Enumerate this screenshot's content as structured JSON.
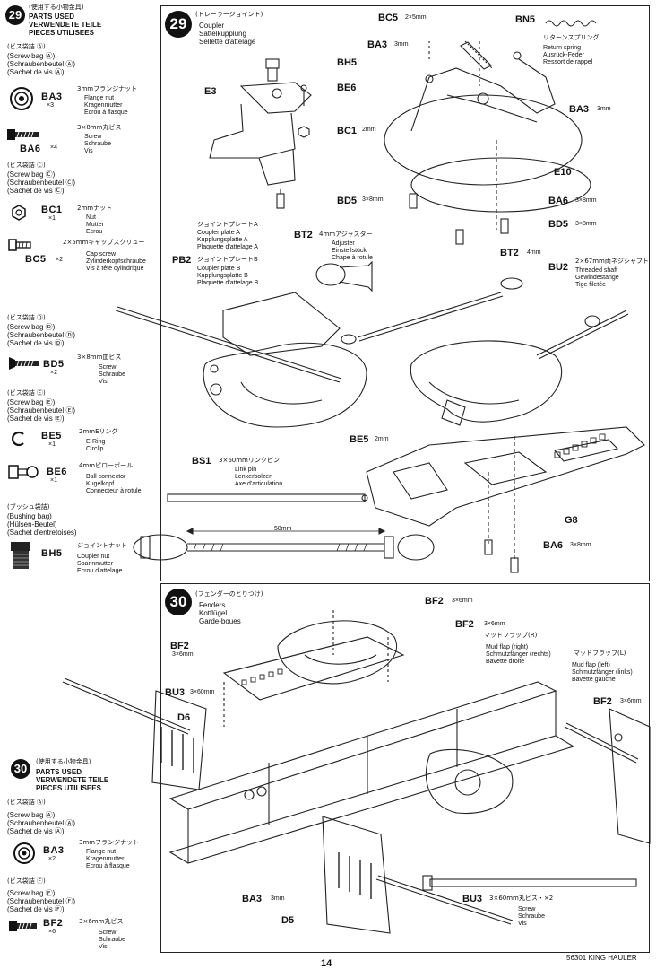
{
  "page_number": "14",
  "footer_title": "56301 KING HAULER",
  "step29": {
    "number": "29",
    "title_ja": "(トレーラージョイント)",
    "titles": [
      "Coupler",
      "Sattelkupplung",
      "Sellette d'attelage"
    ]
  },
  "step30": {
    "number": "30",
    "title_ja": "(フェンダーのとりつけ)",
    "titles": [
      "Fenders",
      "Kotflügel",
      "Garde-boues"
    ]
  },
  "parts29": {
    "number": "29",
    "header_ja": "(使用する小物金具)",
    "header": [
      "PARTS USED",
      "VERWENDETE TEILE",
      "PIECES UTILISEES"
    ],
    "groups": [
      {
        "bag_ja": "(ビス袋詰 Ⓐ)",
        "bag": [
          "(Screw bag Ⓐ)",
          "(Schraubenbeutel Ⓐ)",
          "(Sachet de vis Ⓐ)"
        ],
        "items": [
          {
            "code": "BA3",
            "qty": "×3",
            "ja": "3mmフランジナット",
            "names": [
              "Flange nut",
              "Kragenmutter",
              "Ecrou à flasque"
            ],
            "icon": "flange-nut-icon"
          },
          {
            "code": "BA6",
            "qty": "×4",
            "ja": "3×8mm丸ビス",
            "names": [
              "Screw",
              "Schraube",
              "Vis"
            ],
            "icon": "screw-icon"
          }
        ]
      },
      {
        "bag_ja": "(ビス袋詰 Ⓒ)",
        "bag": [
          "(Screw bag Ⓒ)",
          "(Schraubenbeutel Ⓒ)",
          "(Sachet de vis Ⓒ)"
        ],
        "items": [
          {
            "code": "BC1",
            "qty": "×1",
            "ja": "2mmナット",
            "names": [
              "Nut",
              "Mutter",
              "Ecrou"
            ],
            "icon": "nut-icon"
          },
          {
            "code": "BC5",
            "qty": "×2",
            "ja": "2×5mmキャップスクリュー",
            "names": [
              "Cap screw",
              "Zylinderkopfschraube",
              "Vis à tête cylindrique"
            ],
            "icon": "cap-screw-icon"
          }
        ]
      },
      {
        "bag_ja": "(ビス袋詰 Ⓓ)",
        "bag": [
          "(Screw bag Ⓓ)",
          "(Schraubenbeutel Ⓓ)",
          "(Sachet de vis Ⓓ)"
        ],
        "items": [
          {
            "code": "BD5",
            "qty": "×2",
            "ja": "3×8mm皿ビス",
            "names": [
              "Screw",
              "Schraube",
              "Vis"
            ],
            "icon": "countersunk-screw-icon"
          }
        ]
      },
      {
        "bag_ja": "(ビス袋詰 Ⓔ)",
        "bag": [
          "(Screw bag Ⓔ)",
          "(Schraubenbeutel Ⓔ)",
          "(Sachet de vis Ⓔ)"
        ],
        "items": [
          {
            "code": "BE5",
            "qty": "×1",
            "ja": "2mmEリング",
            "names": [
              "E-Ring",
              "Circlip"
            ],
            "icon": "e-ring-icon"
          },
          {
            "code": "BE6",
            "qty": "×1",
            "ja": "4mmピローボール",
            "names": [
              "Ball connector",
              "Kugelkopf",
              "Connecteur à rotule"
            ],
            "icon": "ball-connector-icon"
          }
        ]
      },
      {
        "bag_ja": "(ブッシュ袋詰)",
        "bag": [
          "(Bushing bag)",
          "(Hülsen-Beutel)",
          "(Sachet d'entretoises)"
        ],
        "items": [
          {
            "code": "BH5",
            "qty": "",
            "ja": "ジョイントナット",
            "names": [
              "Coupler nut",
              "Spannmutter",
              "Ecrou d'attelage"
            ],
            "icon": "coupler-nut-icon"
          }
        ]
      }
    ]
  },
  "parts30": {
    "number": "30",
    "header_ja": "(使用する小物金具)",
    "header": [
      "PARTS USED",
      "VERWENDETE TEILE",
      "PIECES UTILISEES"
    ],
    "groups": [
      {
        "bag_ja": "(ビス袋詰 Ⓐ)",
        "bag": [
          "(Screw bag Ⓐ)",
          "(Schraubenbeutel Ⓐ)",
          "(Sachet de vis Ⓐ)"
        ],
        "items": [
          {
            "code": "BA3",
            "qty": "×2",
            "ja": "3mmフランジナット",
            "names": [
              "Flange nut",
              "Kragenmutter",
              "Ecrou à flasque"
            ],
            "icon": "flange-nut-icon"
          }
        ]
      },
      {
        "bag_ja": "(ビス袋詰 Ⓕ)",
        "bag": [
          "(Screw bag Ⓕ)",
          "(Schraubenbeutel Ⓕ)",
          "(Sachet de vis Ⓕ)"
        ],
        "items": [
          {
            "code": "BF2",
            "qty": "×6",
            "ja": "3×6mm丸ビス",
            "names": [
              "Screw",
              "Schraube",
              "Vis"
            ],
            "icon": "screw-icon"
          }
        ]
      }
    ]
  },
  "diagram29": {
    "labels": {
      "bc5": "BC5",
      "bc5_size": "2×5mm",
      "bn5": "BN5",
      "bn5_ja": "リターンスプリング",
      "bn5_names": [
        "Return spring",
        "Ausrück-Feder",
        "Ressort de rappel"
      ],
      "ba3_a": "BA3",
      "ba3_a_size": "3mm",
      "ba3_b": "BA3",
      "ba3_b_size": "3mm",
      "bh5": "BH5",
      "be6": "BE6",
      "e3": "E3",
      "bc1": "BC1",
      "bc1_size": "2mm",
      "bd5_a": "BD5",
      "bd5_a_size": "3×8mm",
      "bd5_b": "BD5",
      "bd5_b_size": "3×8mm",
      "e10": "E10",
      "ba6_a": "BA6",
      "ba6_a_size": "3×8mm",
      "ba6_b": "BA6",
      "ba6_b_size": "3×8mm",
      "plate_a_ja": "ジョイントプレートA",
      "plate_a": [
        "Coupler plate A",
        "Kupplungsplatte A",
        "Plaquette d'attelage A"
      ],
      "bt2_a": "BT2",
      "bt2_a_ja": "4mmアジャスター",
      "bt2_a_names": [
        "Adjuster",
        "Einstellstück",
        "Chape à rotule"
      ],
      "bt2_b": "BT2",
      "bt2_b_size": "4mm",
      "pb2": "PB2",
      "plate_b_ja": "ジョイントプレートB",
      "plate_b": [
        "Coupler plate B",
        "Kupplungsplatte B",
        "Plaquette d'attelage B"
      ],
      "bu2": "BU2",
      "bu2_ja": "2×67mm両ネジシャフト",
      "bu2_names": [
        "Threaded shaft",
        "Gewindestange",
        "Tige filetée"
      ],
      "be5": "BE5",
      "be5_size": "2mm",
      "bs1": "BS1",
      "bs1_ja": "3×60mmリンクピン",
      "bs1_names": [
        "Link pin",
        "Lenkerbolzen",
        "Axe d'articulation"
      ],
      "g8": "G8",
      "dimension": "58mm"
    }
  },
  "diagram30": {
    "labels": {
      "bf2_a": "BF2",
      "bf2_a_size": "3×6mm",
      "bf2_b": "BF2",
      "bf2_b_size": "3×6mm",
      "bf2_c": "BF2",
      "bf2_c_size": "3×6mm",
      "bf2_d": "BF2",
      "bf2_d_size": "3×6mm",
      "flap_r_ja": "マッドフラップ(R)",
      "flap_r": [
        "Mud flap (right)",
        "Schmutzfänger (rechts)",
        "Bavette droite"
      ],
      "flap_l_ja": "マッドフラップ(L)",
      "flap_l": [
        "Mud flap (left)",
        "Schmutzfänger (links)",
        "Bavette gauche"
      ],
      "bu3_a": "BU3",
      "bu3_a_size": "3×60mm",
      "bu3_b": "BU3",
      "bu3_b_ja": "3×60mm丸ビス・×2",
      "bu3_b_names": [
        "Screw",
        "Schraube",
        "Vis"
      ],
      "d6": "D6",
      "d5": "D5",
      "ba3": "BA3",
      "ba3_size": "3mm"
    }
  }
}
